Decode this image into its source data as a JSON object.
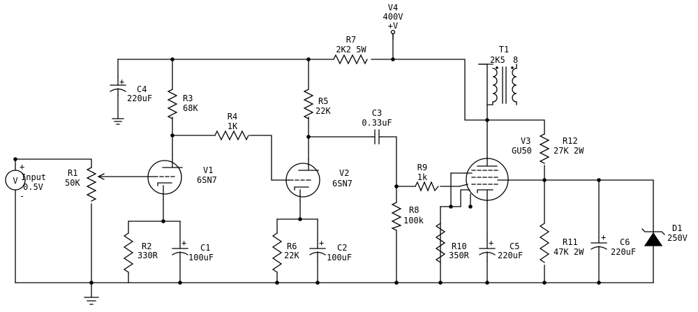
{
  "labels": {
    "v4_name": "V4",
    "v4_value": "400V",
    "v4_plus": "+V",
    "r7_name": "R7",
    "r7_value": "2K2  5W",
    "t1_name": "T1",
    "t1_primary": "2K5",
    "t1_secondary": "8",
    "c4_name": "C4",
    "c4_value": "220uF",
    "r3_name": "R3",
    "r3_value": "68K",
    "r4_name": "R4",
    "r4_value": "1K",
    "r5_name": "R5",
    "r5_value": "22K",
    "c3_name": "C3",
    "c3_value": "0.33uF",
    "v3_name": "V3",
    "v3_type": "GU50",
    "r12_name": "R12",
    "r12_value": "27K  2W",
    "input_name": "Input",
    "input_value": "0.5V",
    "input_symbol": "V",
    "r1_name": "R1",
    "r1_value": "50K",
    "v1_name": "V1",
    "v1_type": "6SN7",
    "v2_name": "V2",
    "v2_type": "6SN7",
    "r9_name": "R9",
    "r9_value": "1k",
    "r8_name": "R8",
    "r8_value": "100k",
    "r2_name": "R2",
    "r2_value": "330R",
    "c1_name": "C1",
    "c1_value": "100uF",
    "r6_name": "R6",
    "r6_value": "22K",
    "c2_name": "C2",
    "c2_value": "100uF",
    "r10_name": "R10",
    "r10_value": "350R",
    "c5_name": "C5",
    "c5_value": "220uF",
    "r11_name": "R11",
    "r11_value": "47K  2W",
    "c6_name": "C6",
    "c6_value": "220uF",
    "d1_name": "D1",
    "d1_value": "250V",
    "plus": "+",
    "minus": "-"
  }
}
